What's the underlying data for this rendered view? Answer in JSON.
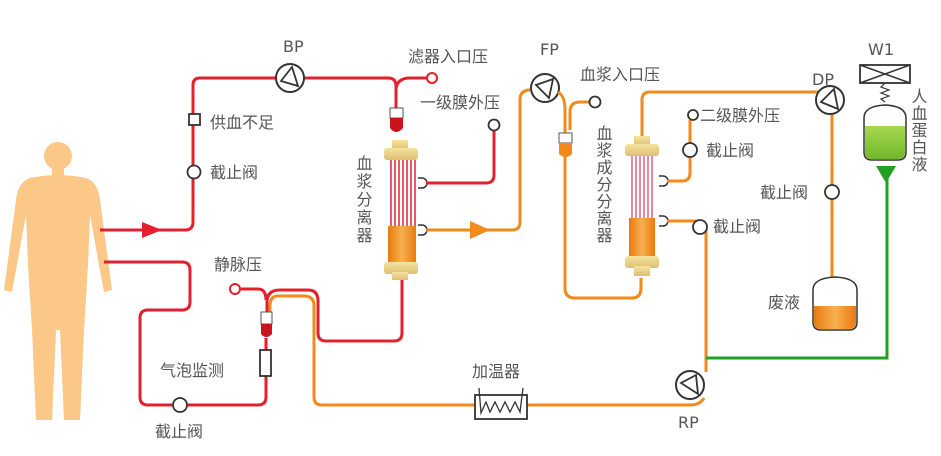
{
  "labels": {
    "bp": "BP",
    "fp": "FP",
    "dp": "DP",
    "rp": "RP",
    "w1": "W1",
    "filter_inlet_pressure": "滤器入口压",
    "primary_tmp": "一级膜外压",
    "insufficient_supply": "供血不足",
    "valve": "截止阀",
    "plasma_separator": "血浆分离器",
    "plasma_inlet_pressure": "血浆入口压",
    "plasma_component_separator": "血浆成分分离器",
    "secondary_tmp": "二级膜外压",
    "waste": "废液",
    "albumin": "人血蛋白液",
    "venous_pressure": "静脉压",
    "bubble_detector": "气泡监测",
    "warmer": "加温器"
  },
  "colors": {
    "blood_line": "#e3202c",
    "plasma_line": "#f28a1c",
    "albumin_line": "#22a022",
    "body": "#fbc888"
  }
}
